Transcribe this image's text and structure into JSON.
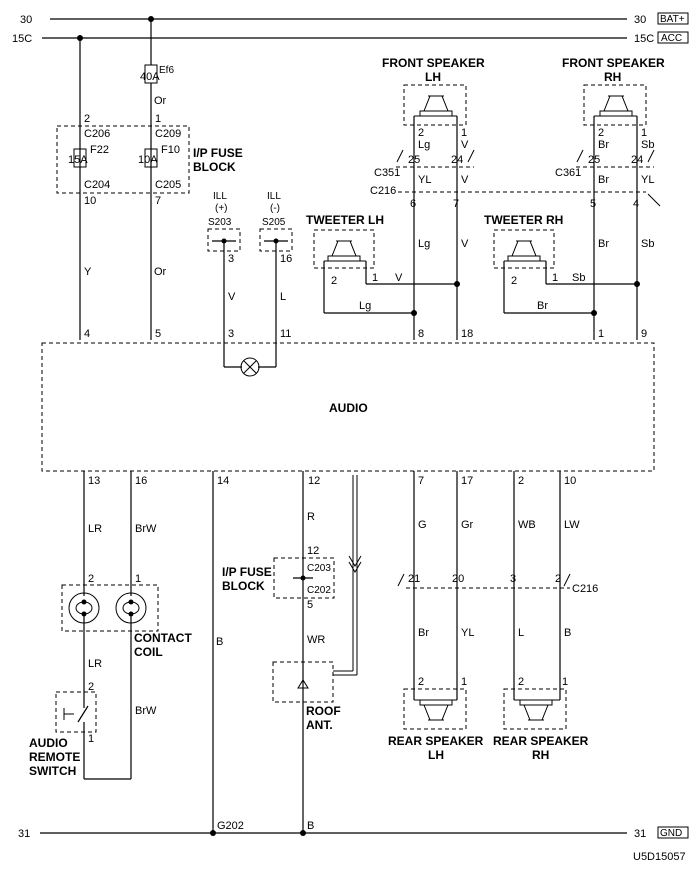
{
  "rails": {
    "bat_left": "30",
    "bat_right": "30",
    "bat_tag": "BAT+",
    "acc_left": "15C",
    "acc_right": "15C",
    "acc_tag": "ACC",
    "gnd_left": "31",
    "gnd_right": "31",
    "gnd_tag": "GND"
  },
  "fuse_ef6": {
    "name": "Ef6",
    "rating": "40A",
    "wire": "Or"
  },
  "ip_fuse_block": {
    "title_line1": "I/P FUSE",
    "title_line2": "BLOCK",
    "f22": {
      "name": "F22",
      "rating": "15A",
      "pin_top": "2",
      "conn_top": "C206",
      "pin_bottom": "10",
      "conn_bottom": "C204"
    },
    "f10": {
      "name": "F10",
      "rating": "10A",
      "pin_top": "1",
      "conn_top": "C209",
      "pin_bottom": "7",
      "conn_bottom": "C205"
    }
  },
  "ill": {
    "plus_label": "ILL",
    "plus_sign": "(+)",
    "plus_splice": "S203",
    "plus_pin": "3",
    "plus_wire": "V",
    "minus_label": "ILL",
    "minus_sign": "(-)",
    "minus_splice": "S205",
    "minus_pin": "16",
    "minus_wire": "L"
  },
  "front_lh": {
    "title_line1": "FRONT SPEAKER",
    "title_line2": "LH",
    "pin1": "1",
    "pin2": "2",
    "wire_pin1": "V",
    "wire_pin2": "Lg",
    "conn": "C351",
    "conn_pin_a": "25",
    "conn_pin_b": "24",
    "conn_wire_a": "YL",
    "conn_wire_b": "V",
    "lower_pin_a": "6",
    "lower_pin_b": "7"
  },
  "front_rh": {
    "title_line1": "FRONT SPEAKER",
    "title_line2": "RH",
    "pin1": "1",
    "pin2": "2",
    "wire_pin1": "Sb",
    "wire_pin2": "Br",
    "conn": "C361",
    "conn_pin_a": "25",
    "conn_pin_b": "24",
    "conn_wire_a": "Br",
    "conn_wire_b": "YL",
    "lower_pin_a": "5",
    "lower_pin_b": "4"
  },
  "conn_c216_upper": "C216",
  "tweeter_lh": {
    "title": "TWEETER LH",
    "pin1": "1",
    "pin2": "2",
    "wire_pin1": "V",
    "wire_pin2": "Lg",
    "feed_a": "Lg",
    "feed_b": "V"
  },
  "tweeter_rh": {
    "title": "TWEETER RH",
    "pin1": "1",
    "pin2": "2",
    "wire_pin1": "Sb",
    "wire_pin2": "Br",
    "feed_a": "Br",
    "feed_b": "Sb"
  },
  "audio": {
    "title": "AUDIO",
    "top_pins": [
      "4",
      "5",
      "3",
      "11",
      "8",
      "18",
      "1",
      "9"
    ],
    "top_wires": {
      "pin4": "Y",
      "pin5": "Or"
    },
    "bottom_pins": [
      "13",
      "16",
      "14",
      "12",
      "7",
      "17",
      "2",
      "10"
    ]
  },
  "contact_coil": {
    "title_line1": "CONTACT",
    "title_line2": "COIL",
    "pin_left": "2",
    "pin_right": "1",
    "wire_top_left": "LR",
    "wire_top_right": "BrW",
    "wire_bottom_left": "LR",
    "wire_bottom_right": "BrW"
  },
  "remote_switch": {
    "title_line1": "AUDIO",
    "title_line2": "REMOTE",
    "title_line3": "SWITCH",
    "pin_top": "2",
    "pin_bottom": "1"
  },
  "ground_wire": {
    "wire": "B",
    "ground_point": "G202"
  },
  "antenna": {
    "wire_top": "R",
    "fuse_line1": "I/P FUSE",
    "fuse_line2": "BLOCK",
    "pin_top": "12",
    "conn_top": "C203",
    "conn_bottom": "C202",
    "pin_bottom": "5",
    "wire_bottom": "WR",
    "title_line1": "ROOF",
    "title_line2": "ANT.",
    "ground_wire": "B"
  },
  "rear_wires": {
    "lh_top_a": "G",
    "lh_top_b": "Gr",
    "rh_top_a": "WB",
    "rh_top_b": "LW",
    "conn": "C216",
    "conn_pins": [
      "21",
      "20",
      "3",
      "2"
    ],
    "lh_bottom_a": "Br",
    "lh_bottom_b": "YL",
    "rh_bottom_a": "L",
    "rh_bottom_b": "B"
  },
  "rear_lh": {
    "title_line1": "REAR SPEAKER",
    "title_line2": "LH",
    "pin2": "2",
    "pin1": "1"
  },
  "rear_rh": {
    "title_line1": "REAR SPEAKER",
    "title_line2": "RH",
    "pin2": "2",
    "pin1": "1"
  },
  "diagram_code": "U5D15057"
}
